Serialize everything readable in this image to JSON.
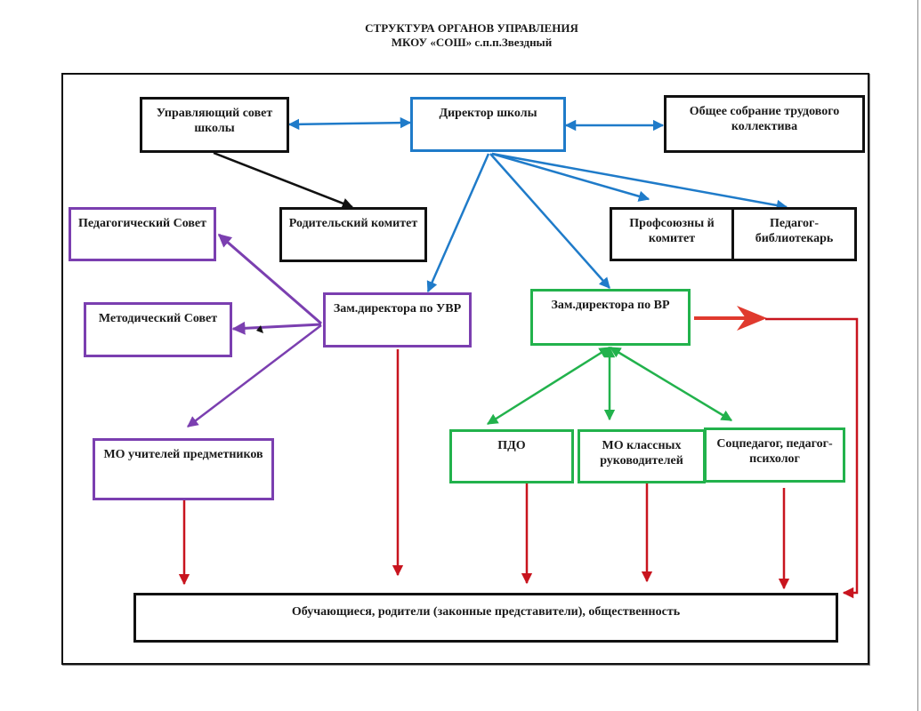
{
  "title": {
    "line1": "СТРУКТУРА ОРГАНОВ УПРАВЛЕНИЯ",
    "line2": "МКОУ «СОШ» с.п.п.Звездный"
  },
  "colors": {
    "blue": "#1f7bc9",
    "purple": "#7b3fb0",
    "green": "#22b24c",
    "red": "#c8141e",
    "black": "#111111"
  },
  "nodes": {
    "governing_council": "Управляющий совет школы",
    "director": "Директор школы",
    "general_meeting": "Общее собрание трудового коллектива",
    "parent_committee": "Родительский комитет",
    "trade_union": "Профсоюзны й комитет",
    "librarian": "Педагог-библиотекарь",
    "pedagogical_council": "Педагогический Совет",
    "methodical_council": "Методический Совет",
    "deputy_uvr": "Зам.директора по УВР",
    "deputy_vr": "Зам.директора по ВР",
    "subject_teachers_mo": "МО учителей предметников",
    "pdo": "ПДО",
    "class_teachers_mo": "МО классных руководителей",
    "social_psych": "Соцпедагог, педагог-психолог",
    "stakeholders": "Обучающиеся, родители (законные представители), общественность"
  },
  "edges": [
    {
      "from": "governing_council",
      "to": "director",
      "color": "blue",
      "type": "bidirectional"
    },
    {
      "from": "director",
      "to": "general_meeting",
      "color": "blue",
      "type": "bidirectional"
    },
    {
      "from": "governing_council",
      "to": "parent_committee",
      "color": "black",
      "type": "arrow"
    },
    {
      "from": "director",
      "to": "deputy_uvr",
      "color": "blue",
      "type": "arrow"
    },
    {
      "from": "director",
      "to": "deputy_vr",
      "color": "blue",
      "type": "arrow"
    },
    {
      "from": "director",
      "to": "trade_union",
      "color": "blue",
      "type": "arrow"
    },
    {
      "from": "director",
      "to": "librarian",
      "color": "blue",
      "type": "arrow"
    },
    {
      "from": "deputy_uvr",
      "to": "pedagogical_council",
      "color": "purple",
      "type": "arrow"
    },
    {
      "from": "deputy_uvr",
      "to": "methodical_council",
      "color": "purple",
      "type": "arrow"
    },
    {
      "from": "deputy_uvr",
      "to": "subject_teachers_mo",
      "color": "purple",
      "type": "arrow"
    },
    {
      "from": "deputy_vr",
      "to": "pdo",
      "color": "green",
      "type": "bidirectional"
    },
    {
      "from": "deputy_vr",
      "to": "class_teachers_mo",
      "color": "green",
      "type": "bidirectional"
    },
    {
      "from": "deputy_vr",
      "to": "social_psych",
      "color": "green",
      "type": "bidirectional"
    },
    {
      "from": "deputy_vr",
      "to": "stakeholders",
      "color": "red",
      "type": "arrow"
    },
    {
      "from": "subject_teachers_mo",
      "to": "stakeholders",
      "color": "red",
      "type": "arrow"
    },
    {
      "from": "deputy_uvr",
      "to": "stakeholders",
      "color": "red",
      "type": "arrow"
    },
    {
      "from": "pdo",
      "to": "stakeholders",
      "color": "red",
      "type": "arrow"
    },
    {
      "from": "class_teachers_mo",
      "to": "stakeholders",
      "color": "red",
      "type": "arrow"
    },
    {
      "from": "social_psych",
      "to": "stakeholders",
      "color": "red",
      "type": "arrow"
    }
  ]
}
